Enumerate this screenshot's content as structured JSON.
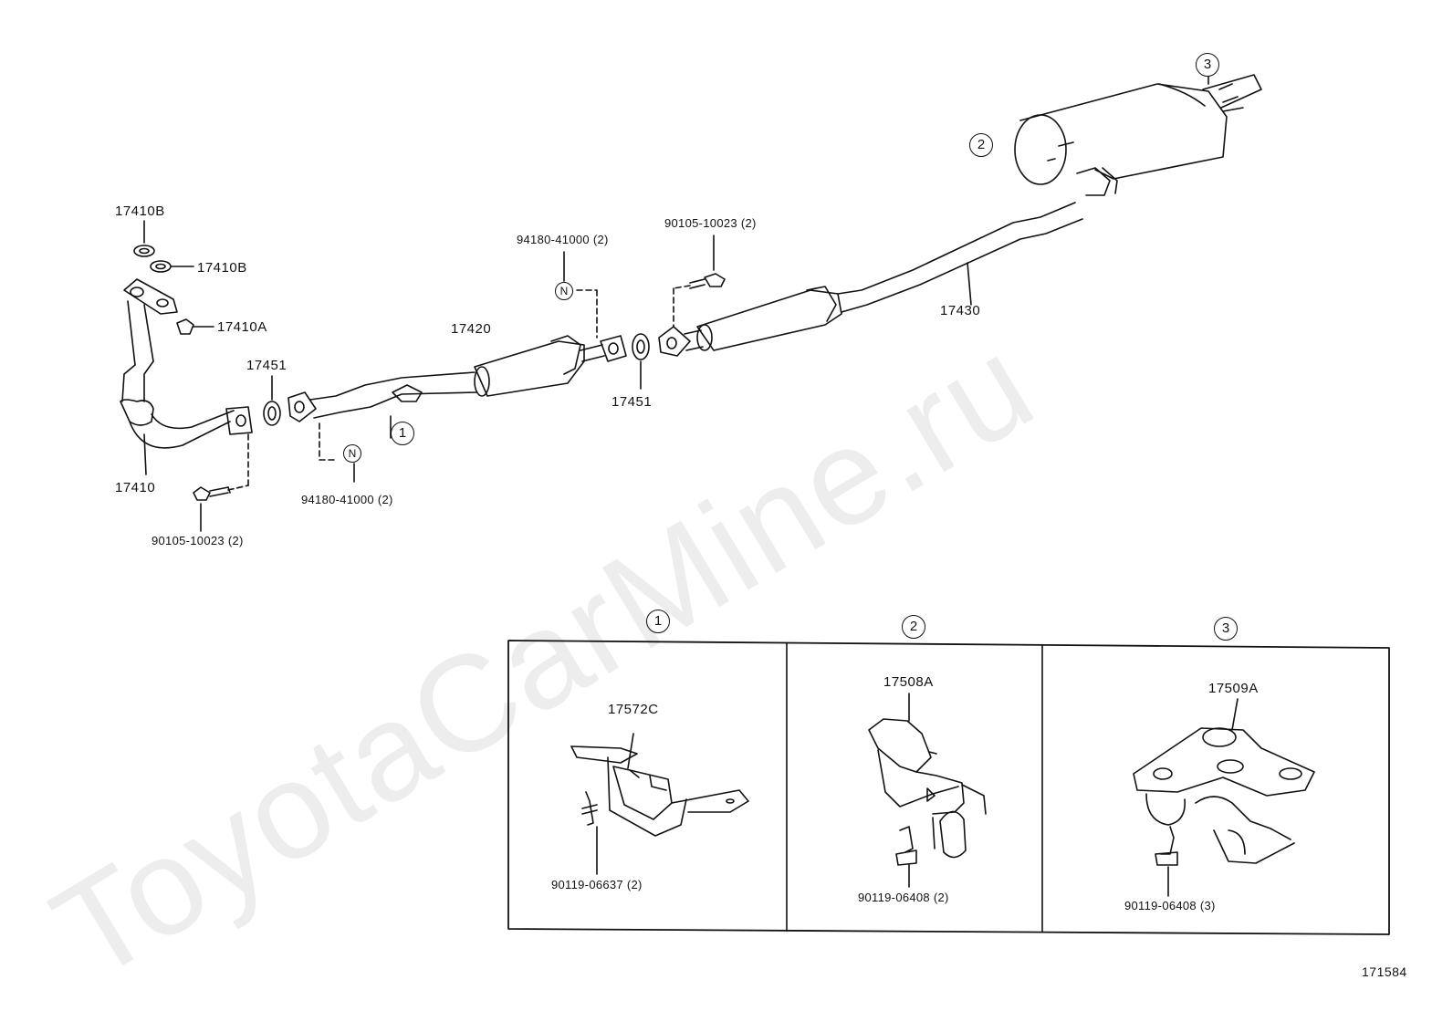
{
  "watermark": "ToyotaCarMine.ru",
  "diagram_id": "171584",
  "labels": {
    "gasket_b_1": "17410B",
    "gasket_b_2": "17410B",
    "nut_a": "17410A",
    "front_pipe": "17410",
    "ring_left": "17451",
    "bolt_left": "90105-10023 (2)",
    "spring_left": "94180-41000 (2)",
    "center_pipe": "17420",
    "spring_mid": "94180-41000 (2)",
    "ring_mid": "17451",
    "bolt_mid": "90105-10023 (2)",
    "tail_pipe": "17430"
  },
  "callouts": {
    "c1": "1",
    "c2": "2",
    "c3": "3",
    "n": "N"
  },
  "details": [
    {
      "index": "1",
      "part": "17572C",
      "fastener": "90119-06637 (2)"
    },
    {
      "index": "2",
      "part": "17508A",
      "fastener": "90119-06408 (2)"
    },
    {
      "index": "3",
      "part": "17509A",
      "fastener": "90119-06408 (3)"
    }
  ]
}
